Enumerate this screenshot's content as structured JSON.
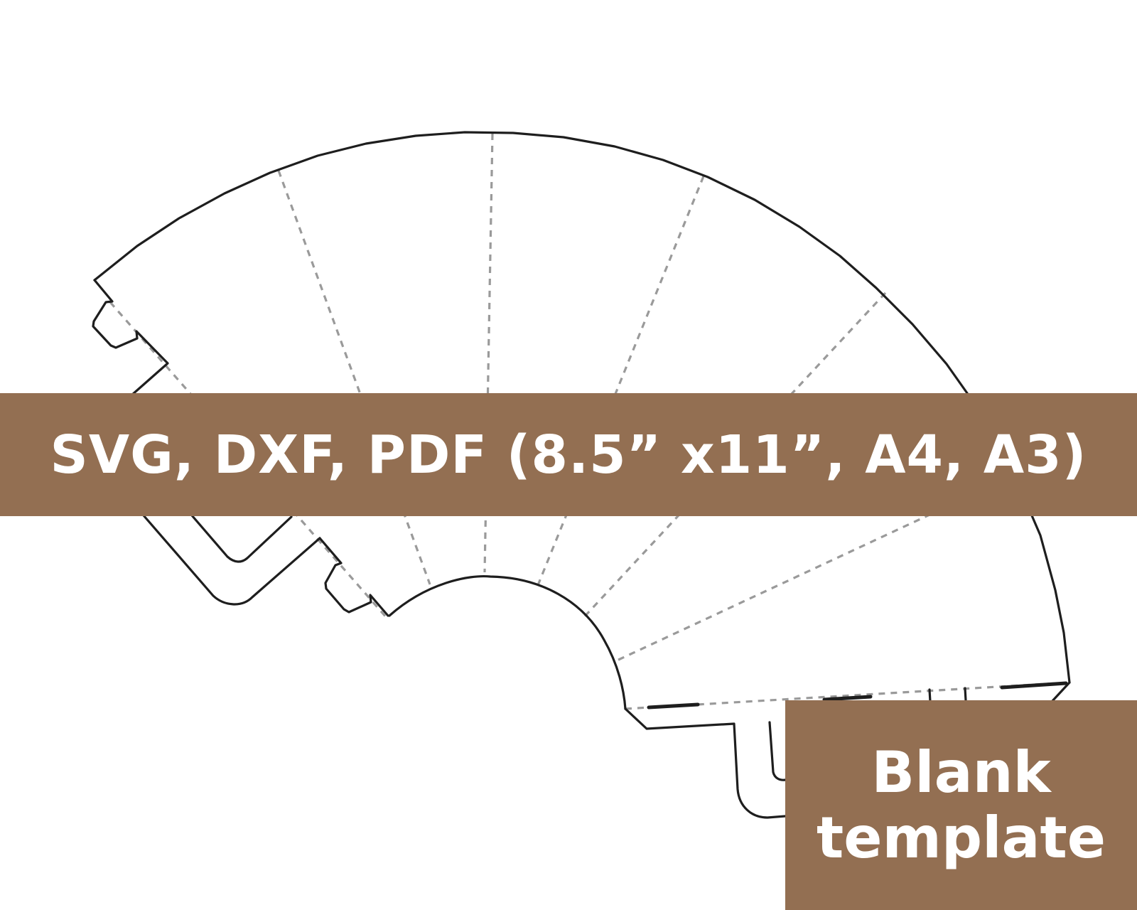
{
  "banner": {
    "text": "SVG, DXF, PDF (8.5” x11”, A4, A3)",
    "background": "#936f52",
    "text_color": "#ffffff"
  },
  "corner_label": {
    "line1": "Blank",
    "line2": "template",
    "background": "#936f52",
    "text_color": "#ffffff"
  },
  "template": {
    "cut_line_color": "#1e1e1e",
    "fold_line_color": "#9a9a9a"
  }
}
